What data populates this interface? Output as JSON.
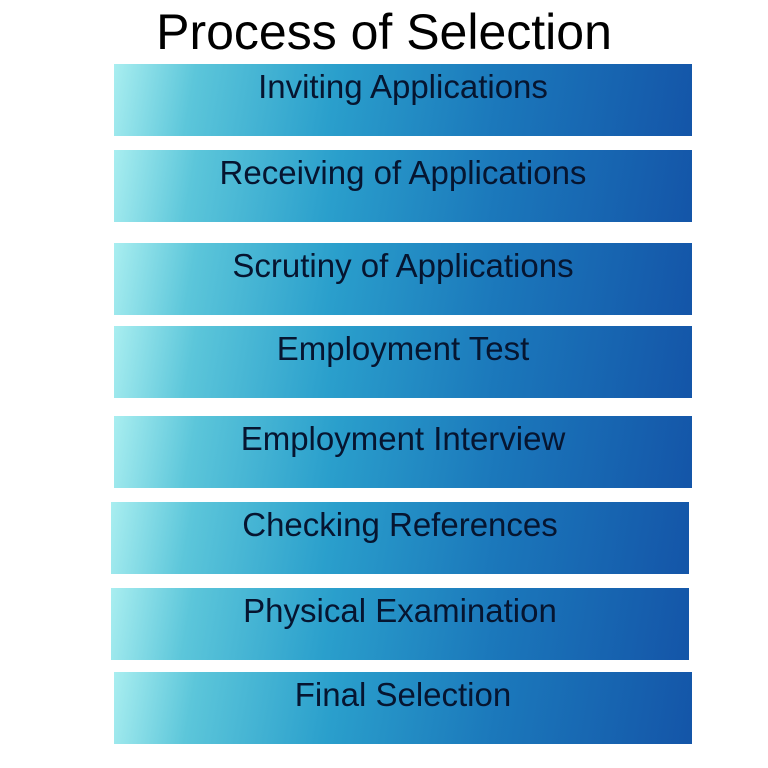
{
  "diagram": {
    "title": "Process of Selection",
    "steps": [
      {
        "label": "Inviting Applications"
      },
      {
        "label": "Receiving of Applications"
      },
      {
        "label": "Scrutiny of Applications"
      },
      {
        "label": "Employment Test"
      },
      {
        "label": "Employment Interview"
      },
      {
        "label": "Checking References"
      },
      {
        "label": "Physical Examination"
      },
      {
        "label": "Final Selection"
      }
    ]
  }
}
